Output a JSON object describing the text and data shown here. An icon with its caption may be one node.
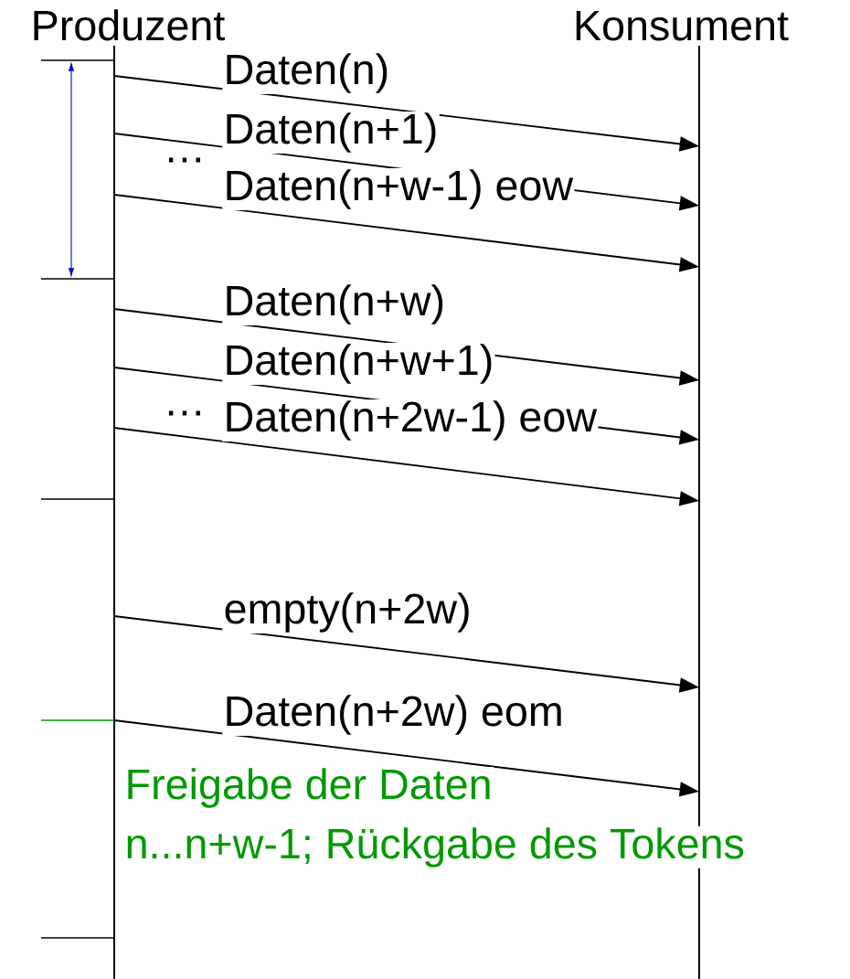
{
  "diagram": {
    "nodes": [
      {
        "text": [
          "Produzent"
        ]
      },
      {
        "text": [
          "Konsument"
        ]
      }
    ],
    "edges": [
      {
        "from": 0,
        "to": 1,
        "arrow": "to",
        "label": "Daten(n)"
      },
      {
        "from": 0,
        "to": 1,
        "arrow": "to",
        "label": "Daten(n+1)"
      },
      {
        "from": 0,
        "to": 1,
        "arrow": "to",
        "label": "Daten(n+w-1) eow"
      },
      {
        "from": 0,
        "to": 1,
        "arrow": "to",
        "label": "Daten(n+w)"
      },
      {
        "from": 0,
        "to": 1,
        "arrow": "to",
        "label": "Daten(n+w+1)"
      },
      {
        "from": 0,
        "to": 1,
        "arrow": "to",
        "label": "Daten(n+2w-1) eow"
      },
      {
        "from": 0,
        "to": 1,
        "arrow": "to",
        "label": "empty(n+2w)"
      },
      {
        "from": 0,
        "to": 1,
        "arrow": "to",
        "label": "Daten(n+2w) eom"
      }
    ],
    "labels": [
      "…",
      "…",
      "Freigabe der Daten",
      "n...n+w-1; Rückgabe des Tokens"
    ]
  }
}
